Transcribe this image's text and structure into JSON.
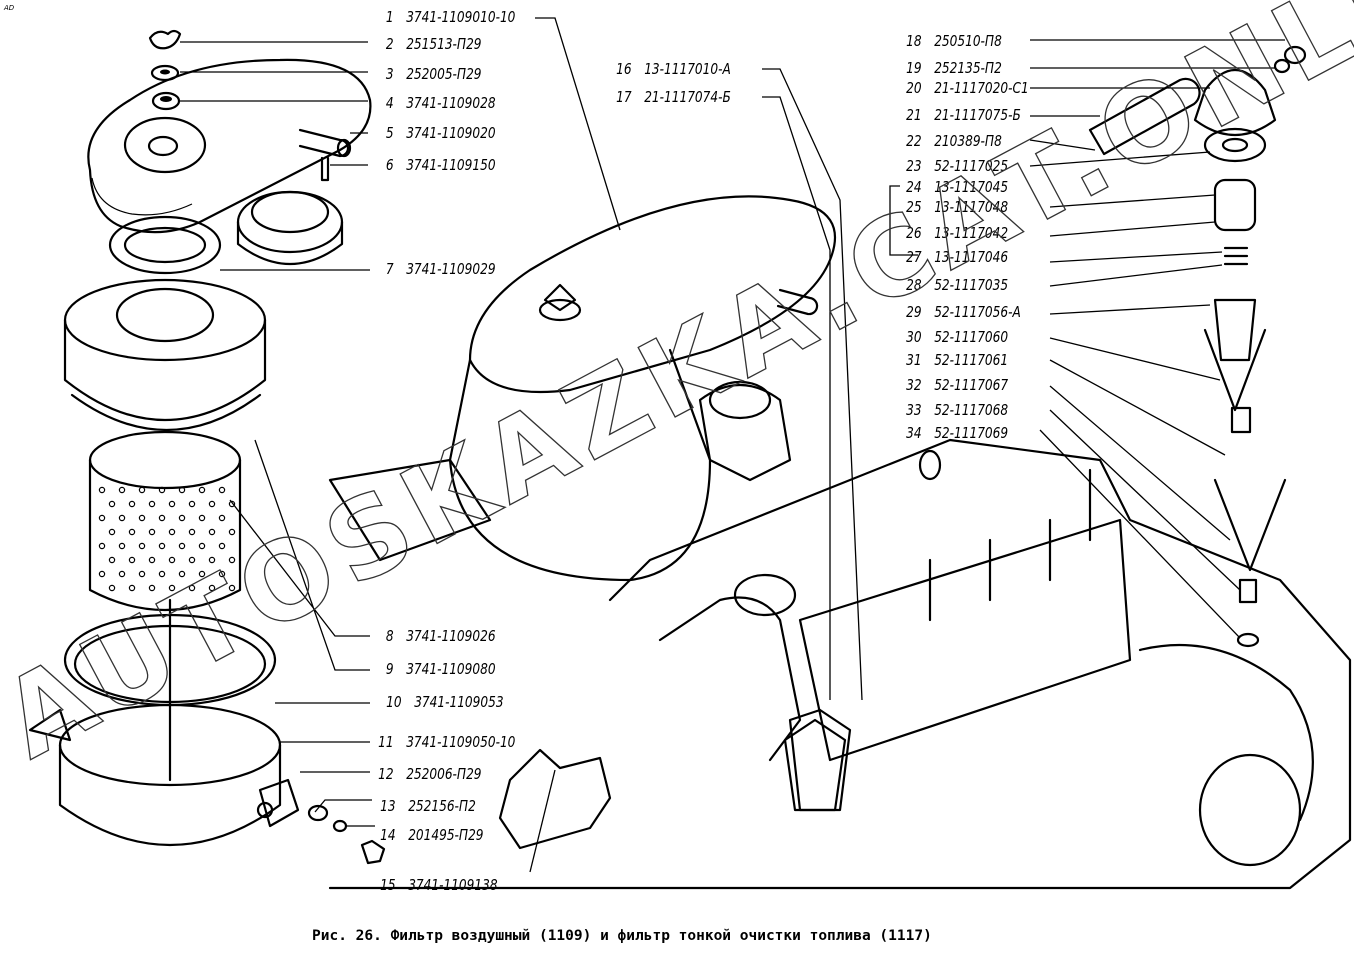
{
  "corner_mark": "AD",
  "caption": "Рис. 26. Фильтр воздушный (1109) и фильтр тонкой очистки топлива (1117)",
  "watermark": "AUTOSKAZKA.CAT.ONLINE",
  "parts": [
    {
      "num": "1",
      "code": "3741-1109010-10"
    },
    {
      "num": "2",
      "code": "251513-П29"
    },
    {
      "num": "3",
      "code": "252005-П29"
    },
    {
      "num": "4",
      "code": "3741-1109028"
    },
    {
      "num": "5",
      "code": "3741-1109020"
    },
    {
      "num": "6",
      "code": "3741-1109150"
    },
    {
      "num": "7",
      "code": "3741-1109029"
    },
    {
      "num": "8",
      "code": "3741-1109026"
    },
    {
      "num": "9",
      "code": "3741-1109080"
    },
    {
      "num": "10",
      "code": "3741-1109053"
    },
    {
      "num": "11",
      "code": "3741-1109050-10"
    },
    {
      "num": "12",
      "code": "252006-П29"
    },
    {
      "num": "13",
      "code": "252156-П2"
    },
    {
      "num": "14",
      "code": "201495-П29"
    },
    {
      "num": "15",
      "code": "3741-1109138"
    },
    {
      "num": "16",
      "code": "13-1117010-А"
    },
    {
      "num": "17",
      "code": "21-1117074-Б"
    },
    {
      "num": "18",
      "code": "250510-П8"
    },
    {
      "num": "19",
      "code": "252135-П2"
    },
    {
      "num": "20",
      "code": "21-1117020-С1"
    },
    {
      "num": "21",
      "code": "21-1117075-Б"
    },
    {
      "num": "22",
      "code": "210389-П8"
    },
    {
      "num": "23",
      "code": "52-1117025"
    },
    {
      "num": "24",
      "code": "13-1117045"
    },
    {
      "num": "25",
      "code": "13-1117048"
    },
    {
      "num": "26",
      "code": "13-1117042"
    },
    {
      "num": "27",
      "code": "13-1117046"
    },
    {
      "num": "28",
      "code": "52-1117035"
    },
    {
      "num": "29",
      "code": "52-1117056-А"
    },
    {
      "num": "30",
      "code": "52-1117060"
    },
    {
      "num": "31",
      "code": "52-1117061"
    },
    {
      "num": "32",
      "code": "52-1117067"
    },
    {
      "num": "33",
      "code": "52-1117068"
    },
    {
      "num": "34",
      "code": "52-1117069"
    }
  ]
}
